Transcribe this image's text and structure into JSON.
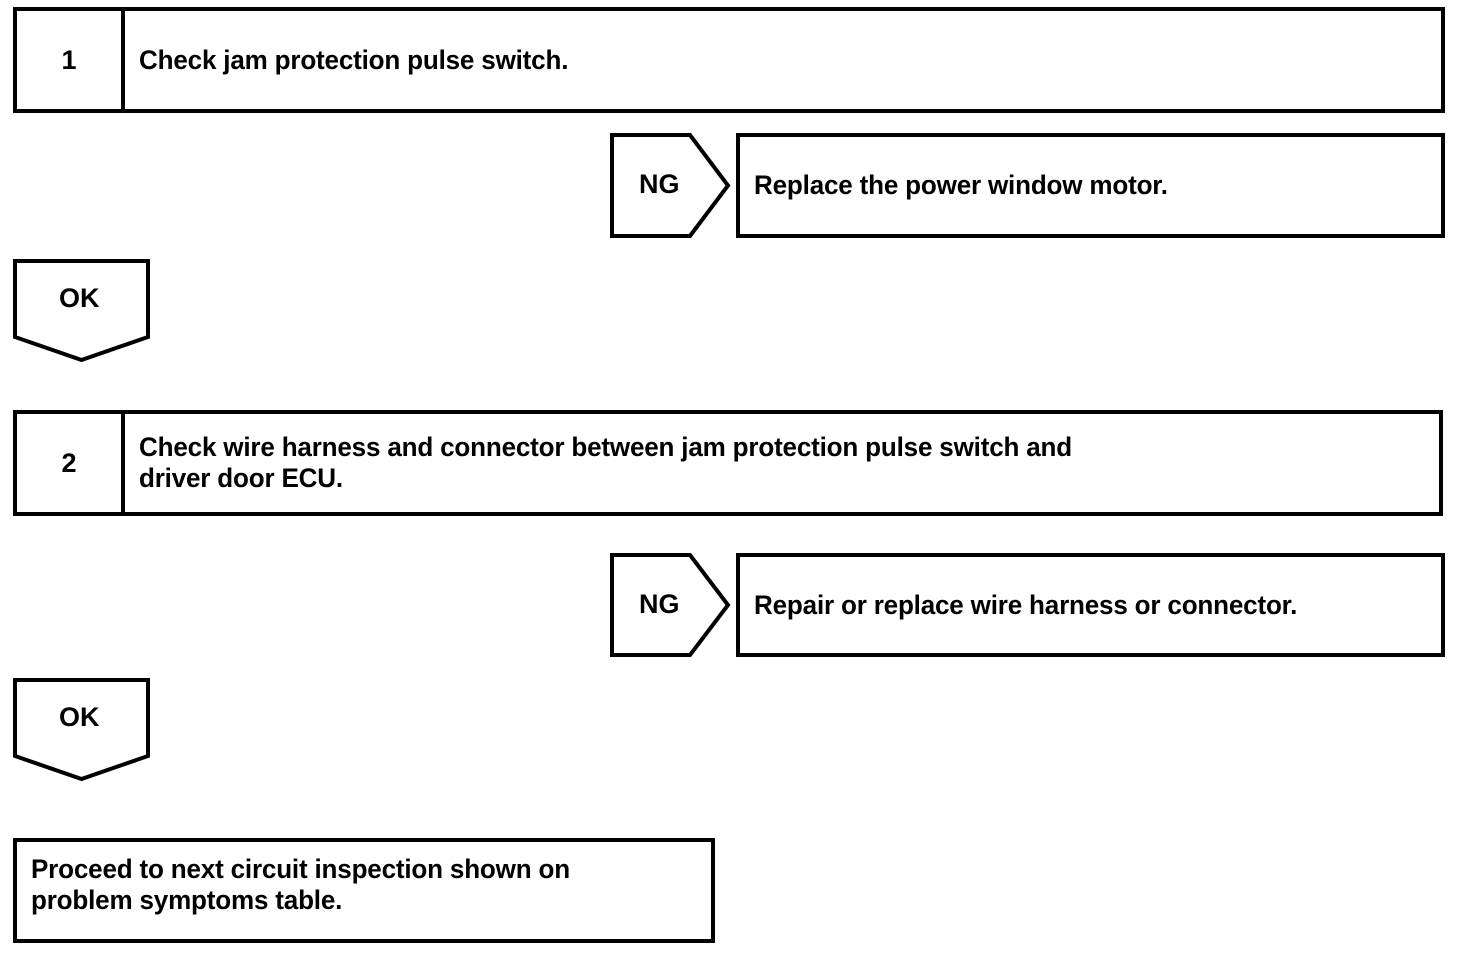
{
  "diagram": {
    "type": "troubleshooting-flowchart",
    "colors": {
      "line": "#000000",
      "background": "#ffffff",
      "text": "#000000"
    },
    "steps": [
      {
        "number": "1",
        "text": "Check jam protection pulse switch."
      },
      {
        "number": "2",
        "text": "Check wire harness and connector between jam protection pulse switch and\ndriver door ECU."
      }
    ],
    "branches": [
      {
        "label": "NG",
        "result": "Replace the power window motor."
      },
      {
        "label": "NG",
        "result": "Repair or replace wire harness or connector."
      }
    ],
    "ok_connectors": [
      {
        "label": "OK"
      },
      {
        "label": "OK"
      }
    ],
    "final": {
      "text": "Proceed to next circuit inspection shown on\nproblem symptoms table."
    }
  }
}
